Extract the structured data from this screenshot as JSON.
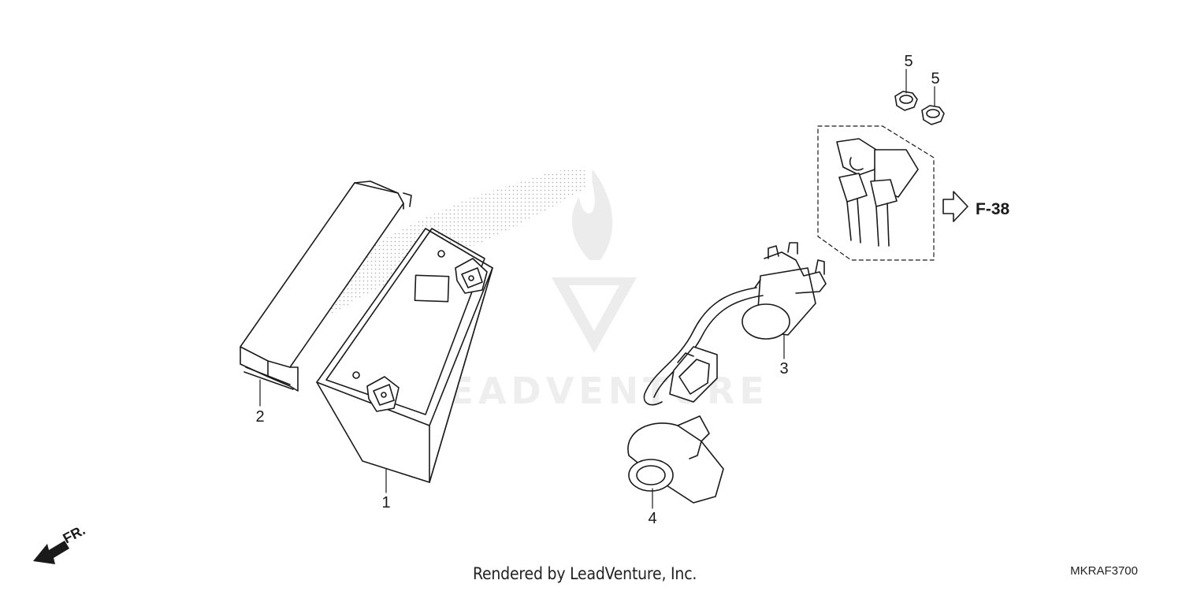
{
  "diagram": {
    "callouts": [
      {
        "id": "1",
        "label": "1"
      },
      {
        "id": "2",
        "label": "2"
      },
      {
        "id": "3",
        "label": "3"
      },
      {
        "id": "4",
        "label": "4"
      },
      {
        "id": "5a",
        "label": "5"
      },
      {
        "id": "5b",
        "label": "5"
      }
    ],
    "reference": "F-38",
    "front_label": "FR.",
    "watermark_text": "LEADVENTURE",
    "footer": "Rendered by LeadVenture, Inc.",
    "drawing_code": "MKRAF3700"
  },
  "colors": {
    "line": "#1a1a1a",
    "watermark": "#e6e6e6",
    "dots": "#9a9a9a"
  }
}
